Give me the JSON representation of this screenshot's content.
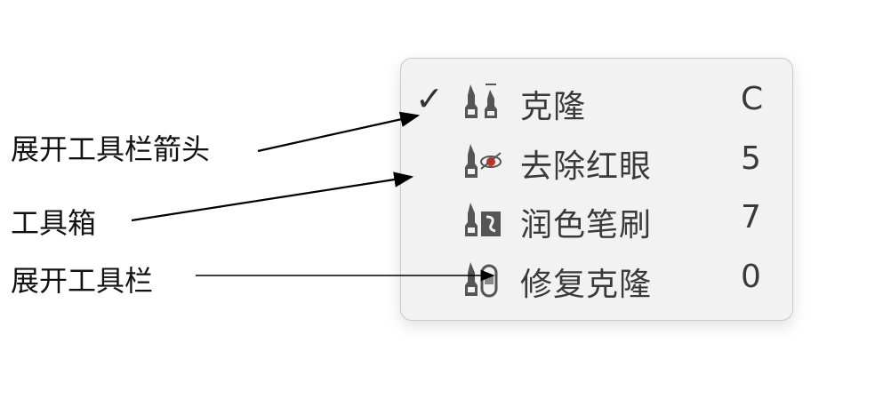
{
  "menu": {
    "items": [
      {
        "label": "克隆",
        "shortcut": "C",
        "checked": true,
        "icon": "clone-stamp-icon"
      },
      {
        "label": "去除红眼",
        "shortcut": "5",
        "checked": false,
        "icon": "red-eye-icon"
      },
      {
        "label": "润色笔刷",
        "shortcut": "7",
        "checked": false,
        "icon": "retouch-brush-icon"
      },
      {
        "label": "修复克隆",
        "shortcut": "0",
        "checked": false,
        "icon": "healing-clone-icon"
      }
    ],
    "check_glyph": "✓"
  },
  "callouts": {
    "expand_arrow": "展开工具栏箭头",
    "toolbox": "工具箱",
    "expand_toolbar": "展开工具栏"
  },
  "colors": {
    "menu_bg": "#f2f2f2",
    "text": "#3a3a3a",
    "red_eye": "#d9281e"
  }
}
